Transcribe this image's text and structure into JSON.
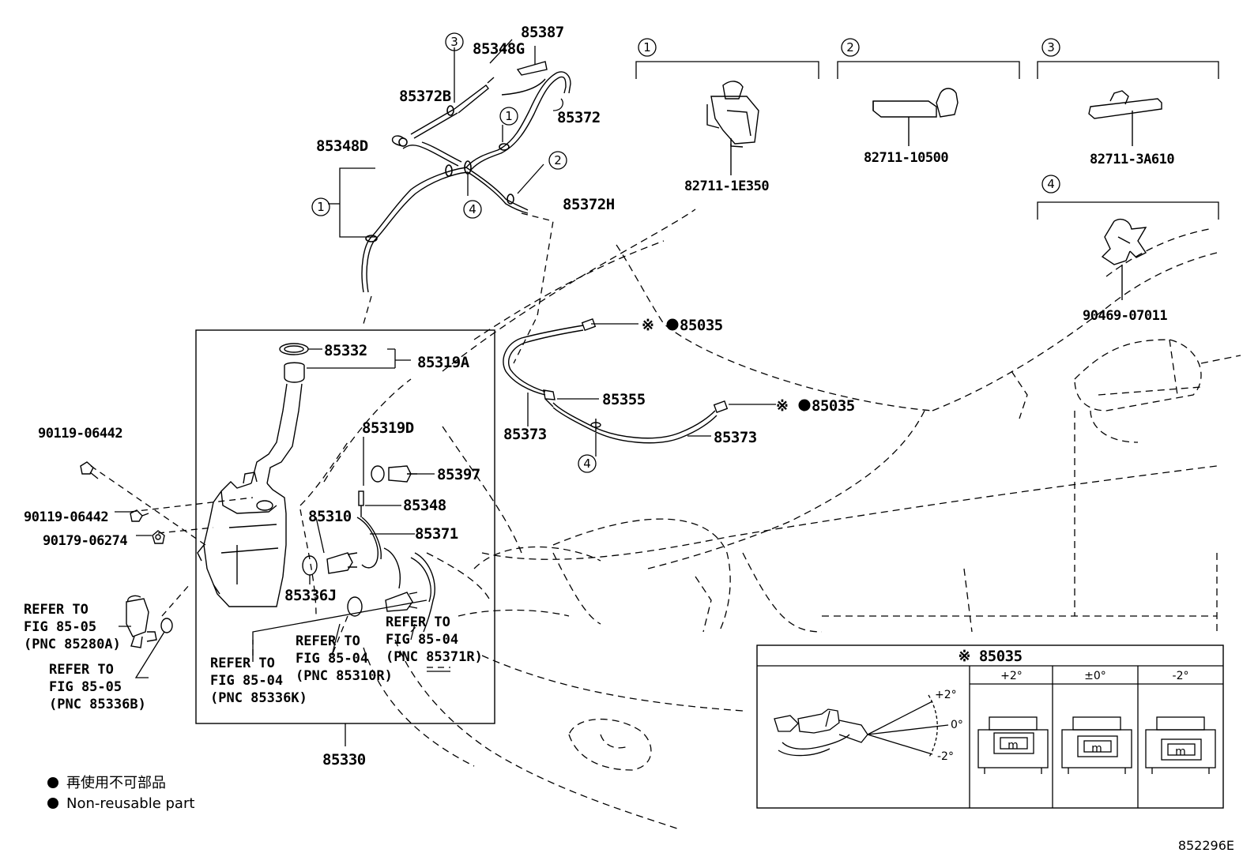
{
  "callout_numbers": [
    "1",
    "2",
    "3",
    "4"
  ],
  "top_parts": {
    "p85387": "85387",
    "p85348G": "85348G",
    "p85372B": "85372B",
    "p85372": "85372",
    "p85348D": "85348D",
    "p85372H": "85372H"
  },
  "clip_parts": {
    "clip1": "82711-1E350",
    "clip2": "82711-10500",
    "clip3": "82711-3A610",
    "clip4": "90469-07011"
  },
  "nozzle_parts": {
    "p85035_a": "85035",
    "p85035_b": "85035",
    "p85355": "85355",
    "p85373_a": "85373",
    "p85373_b": "85373",
    "mark": "※"
  },
  "tank_parts": {
    "p85332": "85332",
    "p85319A": "85319A",
    "p85319D": "85319D",
    "p85397": "85397",
    "p85348": "85348",
    "p85310": "85310",
    "p85371": "85371",
    "p85336J": "85336J",
    "p85330": "85330"
  },
  "bolt_parts": {
    "b1": "90119-06442",
    "b2": "90119-06442",
    "b3": "90179-06274"
  },
  "references": {
    "r1": [
      "REFER TO",
      "FIG 85-05",
      "(PNC 85280A)"
    ],
    "r2": [
      "REFER TO",
      "FIG 85-05",
      "(PNC 85336B)"
    ],
    "r3": [
      "REFER TO",
      "FIG 85-04",
      "(PNC 85336K)"
    ],
    "r4": [
      "REFER TO",
      "FIG 85-04",
      "(PNC 85310R)"
    ],
    "r5": [
      "REFER TO",
      "FIG 85-04",
      "(PNC 85371R)"
    ]
  },
  "inset": {
    "title": "※ 85035",
    "col1": "+2°",
    "col2": "±0°",
    "col3": "-2°",
    "ang_plus": "+2°",
    "ang_zero": "0°",
    "ang_minus": "-2°",
    "chip_mark": "m"
  },
  "legend": {
    "line1": "再使用不可部品",
    "line2": "Non-reusable part"
  },
  "diagram_id": "852296E"
}
